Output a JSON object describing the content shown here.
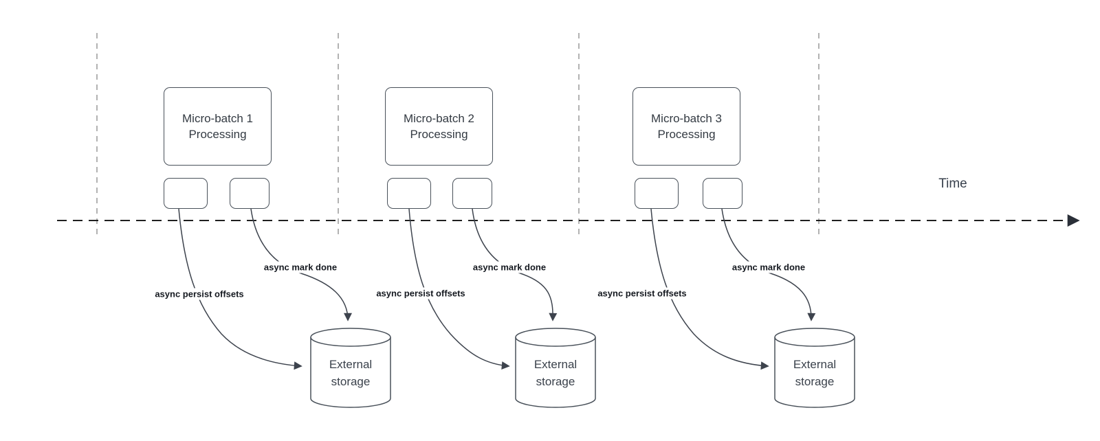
{
  "diagram": {
    "type": "timeline-flow-diagram",
    "timeline": {
      "label": "Time"
    },
    "colors": {
      "edge_stroke": "#3d434d",
      "shape_stroke": "#485059",
      "gridline": "#999999",
      "timeline_stroke": "#1f1f1f",
      "label_text": "#14181f",
      "shape_text": "#333a42",
      "background": "#ffffff"
    },
    "groups": [
      {
        "title_line1": "Micro-batch 1",
        "title_line2": "Processing",
        "persist_label": "async persist offsets",
        "mark_label": "async mark done",
        "storage_line1": "External",
        "storage_line2": "storage"
      },
      {
        "title_line1": "Micro-batch 2",
        "title_line2": "Processing",
        "persist_label": "async persist offsets",
        "mark_label": "async mark done",
        "storage_line1": "External",
        "storage_line2": "storage"
      },
      {
        "title_line1": "Micro-batch 3",
        "title_line2": "Processing",
        "persist_label": "async persist offsets",
        "mark_label": "async mark done",
        "storage_line1": "External",
        "storage_line2": "storage"
      }
    ]
  }
}
